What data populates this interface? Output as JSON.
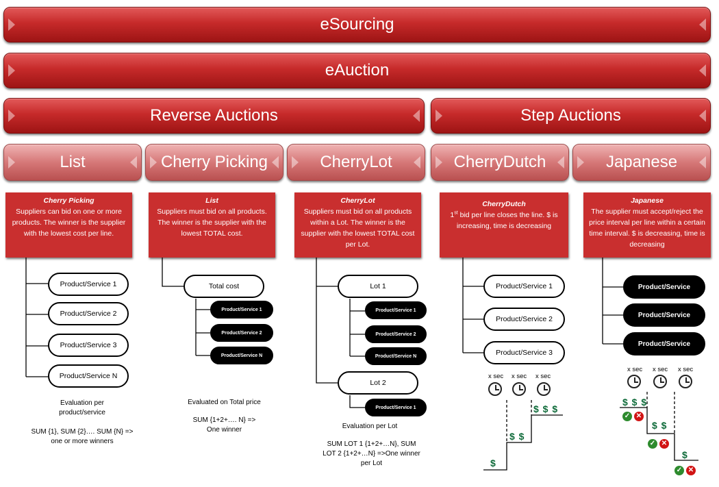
{
  "levels": {
    "esourcing": "eSourcing",
    "eauction": "eAuction",
    "reverse": "Reverse Auctions",
    "step": "Step Auctions"
  },
  "types": [
    "List",
    "Cherry Picking",
    "CherryLot",
    "CherryDutch",
    "Japanese"
  ],
  "descriptions": {
    "cherry_picking": {
      "title": "Cherry Picking",
      "body": "Suppliers can bid on one or more products.  The winner is the supplier with the lowest cost per line."
    },
    "list": {
      "title": "List",
      "body": "Suppliers must bid on all products. The winner is the supplier with the lowest TOTAL cost."
    },
    "cherrylot": {
      "title": "CherryLot",
      "body": "Suppliers must bid on all products within a Lot. The winner is the supplier with the lowest TOTAL cost per Lot."
    },
    "cherrydutch": {
      "title": "CherryDutch",
      "body_pre": "1",
      "body_sup": "st",
      "body_post": " bid per line closes the line. $ is increasing, time is decreasing"
    },
    "japanese": {
      "title": "Japanese",
      "body": "The supplier must accept/reject the price interval per line within a certain time interval. $ is decreasing, time is decreasing"
    }
  },
  "col1": {
    "items": [
      "Product/Service 1",
      "Product/Service 2",
      "Product/Service 3",
      "Product/Service N"
    ],
    "caption1": "Evaluation per product/service",
    "caption2": "SUM {1}, SUM {2}…. SUM {N} => one or more winners"
  },
  "col2": {
    "total": "Total cost",
    "items": [
      "Product/Service 1",
      "Product/Service 2",
      "Product/Service N"
    ],
    "caption1": "Evaluated on Total price",
    "caption2": "SUM {1+2+…. N} => One winner"
  },
  "col3": {
    "lot1": "Lot 1",
    "lot1_items": [
      "Product/Service 1",
      "Product/Service 2",
      "Product/Service N"
    ],
    "lot2": "Lot 2",
    "lot2_items": [
      "Product/Service 1"
    ],
    "caption1": "Evaluation per Lot",
    "caption2": "SUM LOT 1 {1+2+…N}, SUM LOT 2 {1+2+…N} =>One winner per Lot"
  },
  "col4": {
    "items": [
      "Product/Service 1",
      "Product/Service 2",
      "Product/Service 3"
    ],
    "xsec": "x sec",
    "dollars": [
      "$",
      "$ $",
      "$ $ $"
    ]
  },
  "col5": {
    "items": [
      "Product/Service",
      "Product/Service",
      "Product/Service"
    ],
    "xsec": "x sec",
    "dollars": [
      "$ $ $",
      "$ $",
      "$"
    ]
  },
  "icons": {
    "clock": "clock-icon",
    "accept": "check-icon",
    "reject": "x-icon",
    "ok_glyph": "✓",
    "no_glyph": "✕"
  },
  "colors": {
    "dark_red": "#c62a2a",
    "light_red": "#d67878",
    "dollar_green": "#0f6b3a"
  }
}
